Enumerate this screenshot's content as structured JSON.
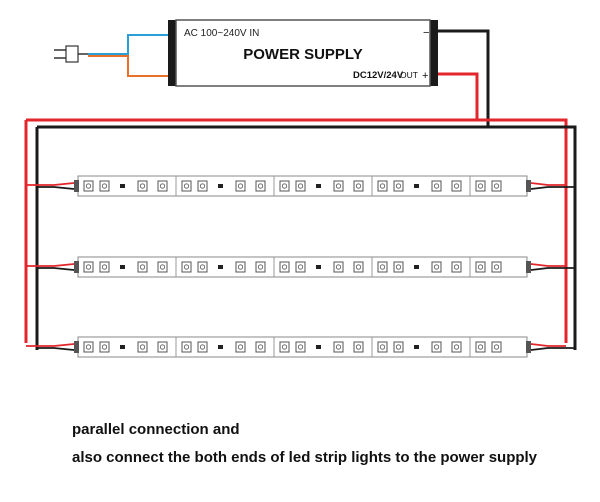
{
  "power_supply": {
    "title": "POWER SUPPLY",
    "input_label": "AC 100~240V IN",
    "output_label": "DC12V/24V",
    "output_suffix": "OUT",
    "minus_sign": "−",
    "plus_sign": "+"
  },
  "wires": {
    "red": "#e3262b",
    "black": "#1a1a1a",
    "blue": "#2a9fd6",
    "orange": "#e8702a"
  },
  "strips": {
    "count": 3,
    "segments_per_strip": 4
  },
  "caption": {
    "line1": "parallel connection and",
    "line2": "also connect the both ends of led strip lights to the power supply"
  }
}
